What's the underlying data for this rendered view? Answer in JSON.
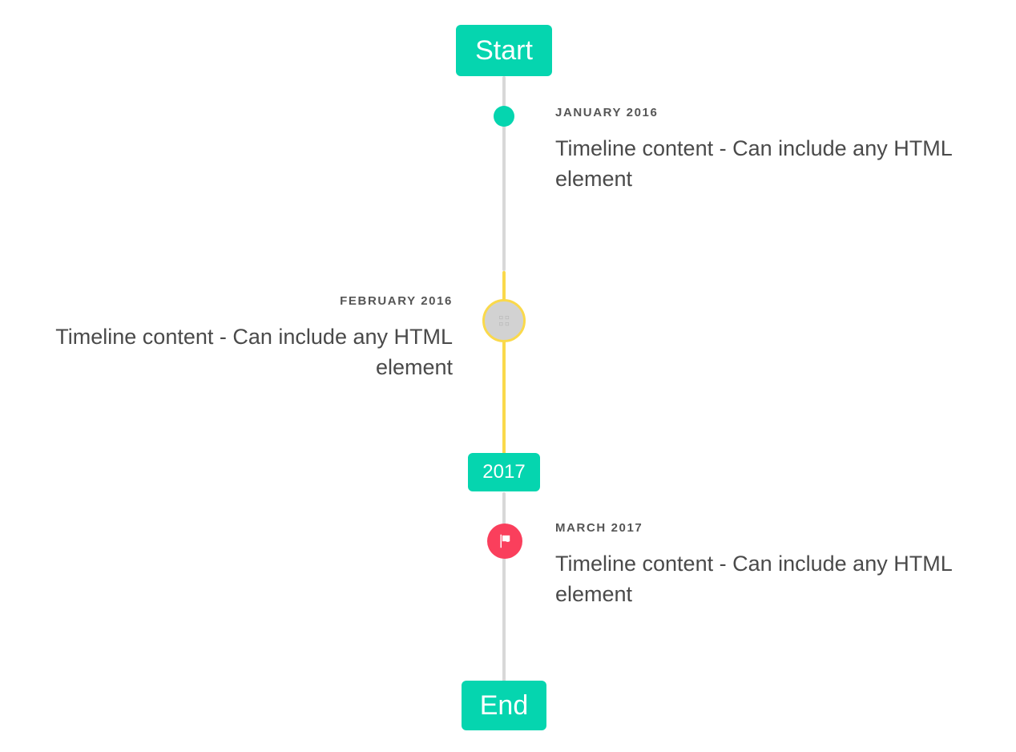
{
  "colors": {
    "accent_teal": "#05d5af",
    "line_gray": "#d8d8d8",
    "line_yellow": "#fad94b",
    "marker_pink": "#fa3f5c",
    "marker_gray": "#d2d2d2",
    "text_body": "#4a4a4a",
    "text_date": "#555555",
    "background": "#ffffff"
  },
  "caps": {
    "start_label": "Start",
    "middle_label": "2017",
    "end_label": "End"
  },
  "events": [
    {
      "date": "January 2016",
      "text": "Timeline content - Can include any HTML element",
      "side": "right",
      "marker": "dot-icon"
    },
    {
      "date": "February 2016",
      "text": "Timeline content - Can include any HTML element",
      "side": "left",
      "marker": "broken-image-icon",
      "glyph": "▫▫\n▫▫"
    },
    {
      "date": "March 2017",
      "text": "Timeline content - Can include any HTML element",
      "side": "right",
      "marker": "flag-icon"
    }
  ]
}
